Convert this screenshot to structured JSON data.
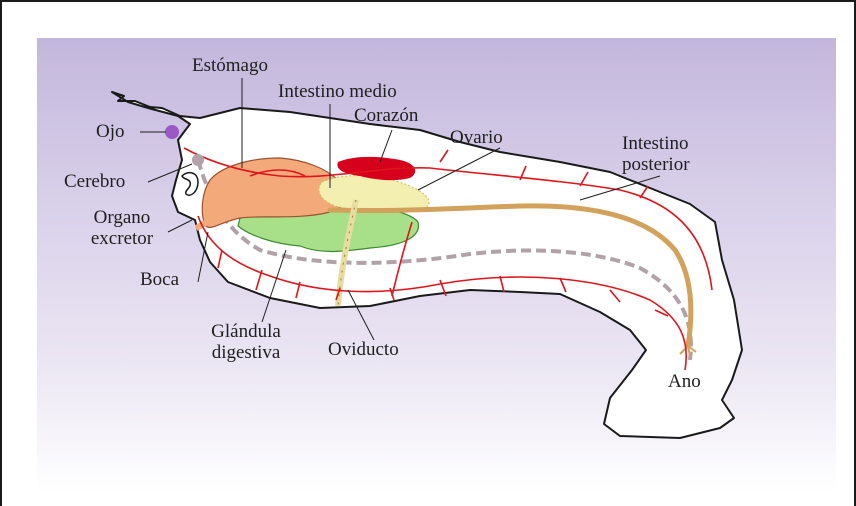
{
  "labels": {
    "estomago": "Estómago",
    "intestino_medio": "Intestino medio",
    "corazon": "Corazón",
    "ovario": "Ovario",
    "intestino_posterior_1": "Intestino",
    "intestino_posterior_2": "posterior",
    "ojo": "Ojo",
    "cerebro": "Cerebro",
    "organo_excretor_1": "Organo",
    "organo_excretor_2": "excretor",
    "boca": "Boca",
    "glandula_digestiva_1": "Glándula",
    "glandula_digestiva_2": "digestiva",
    "oviducto": "Oviducto",
    "ano": "Ano"
  },
  "colors": {
    "background_top": "#c3b6dc",
    "body_fill": "#ffffff",
    "stomach": "#f4a97a",
    "digestive_gland": "#a8e08a",
    "heart": "#d6001c",
    "ovary": "#f3efb1",
    "intestine": "#d2a15b",
    "nerve_red": "#e0141b",
    "oviduct": "#e8dca0",
    "nerve_cord": "#b0a2a8",
    "eye": "#9b59c6"
  }
}
